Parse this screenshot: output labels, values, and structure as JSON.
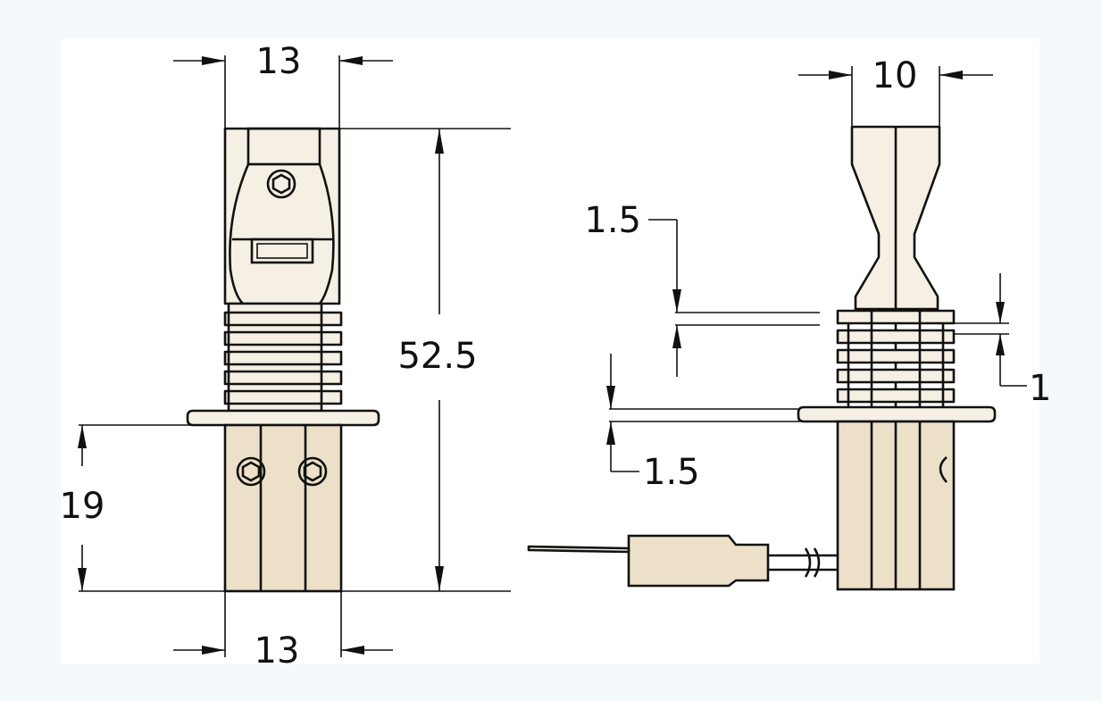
{
  "colors": {
    "background": "#f4f9fc",
    "sheet": "#ffffff",
    "line": "#111111",
    "part_fill": "#f5f0e3",
    "body_fill": "#ece1c8"
  },
  "front_view": {
    "dim_top_width": "13",
    "dim_bottom_width": "13",
    "dim_total_height": "52.5",
    "dim_base_height": "19"
  },
  "side_view": {
    "dim_top_width": "10",
    "dim_fin_gap_upper": "1.5",
    "dim_fin_thickness": "1",
    "dim_fin_gap_lower": "1.5"
  }
}
